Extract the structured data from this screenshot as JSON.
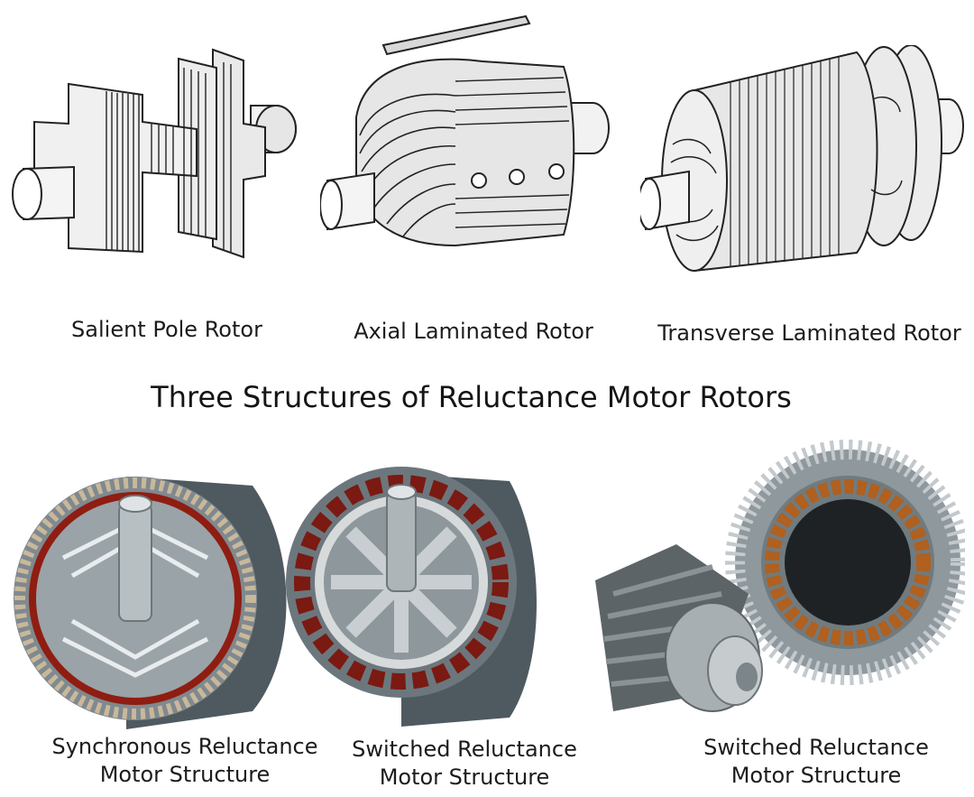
{
  "top_captions": {
    "salient": "Salient Pole Rotor",
    "axial": "Axial Laminated Rotor",
    "transverse": "Transverse Laminated Rotor"
  },
  "main_title": "Three Structures of Reluctance Motor Rotors",
  "bottom_captions": {
    "synchronous": [
      "Synchronous Reluctance",
      "Motor Structure"
    ],
    "switched_a": [
      "Switched Reluctance",
      "Motor Structure"
    ],
    "switched_b": [
      "Switched Reluctance",
      "Motor Structure"
    ]
  }
}
